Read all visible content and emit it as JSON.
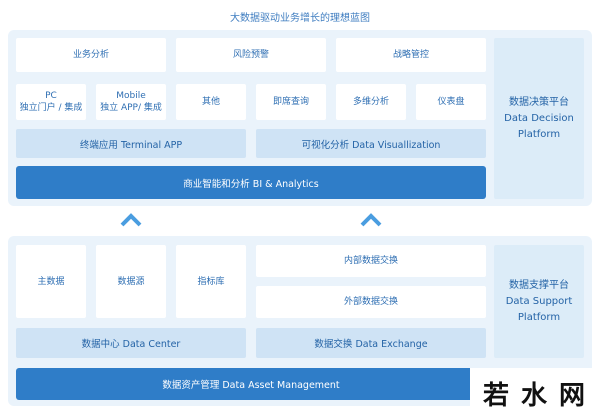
{
  "title": "大数据驱动业务增长的理想蓝图",
  "decision": {
    "top_boxes": [
      "业务分析",
      "风险预警",
      "战略管控"
    ],
    "sub_boxes": [
      {
        "line1": "PC",
        "line2": "独立门户 / 集成"
      },
      {
        "line1": "Mobile",
        "line2": "独立 APP/ 集成"
      },
      {
        "line1": "其他",
        "line2": ""
      },
      {
        "line1": "即席查询",
        "line2": ""
      },
      {
        "line1": "多维分析",
        "line2": ""
      },
      {
        "line1": "仪表盘",
        "line2": ""
      }
    ],
    "terminal_app": "终端应用 Terminal APP",
    "data_visualization": "可视化分析 Data Visuallization",
    "bi_analytics": "商业智能和分析 BI & Analytics",
    "platform_lines": [
      "数据决策平台",
      "Data Decision",
      "Platform"
    ]
  },
  "support": {
    "boxes": [
      "主数据",
      "数据源",
      "指标库"
    ],
    "exchange_boxes": [
      "内部数据交换",
      "外部数据交换"
    ],
    "data_center": "数据中心 Data Center",
    "data_exchange": "数据交换 Data Exchange",
    "asset_management": "数据资产管理 Data Asset Management",
    "platform_lines": [
      "数据支撑平台",
      "Data Support",
      "Platform"
    ]
  },
  "watermark": [
    "若",
    "水",
    "网"
  ],
  "colors": {
    "dark_bar": "#2f7dc8",
    "light_bar": "#cfe3f5",
    "panel": "#eaf3fb",
    "text": "#2f6fb3"
  }
}
